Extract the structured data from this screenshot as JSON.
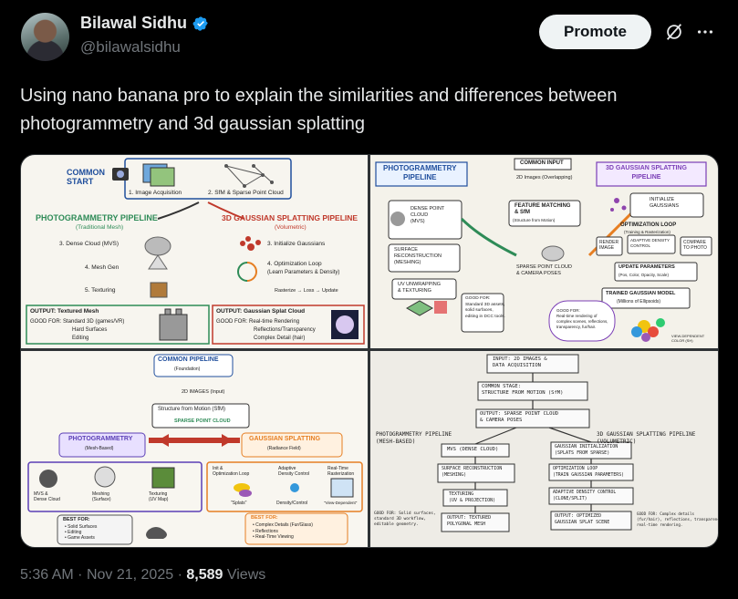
{
  "author": {
    "name": "Bilawal Sidhu",
    "handle": "@bilawalsidhu"
  },
  "actions": {
    "promote_label": "Promote"
  },
  "tweet": {
    "text": "Using nano banana pro to explain the similarities and differences between photogrammetry and 3d gaussian splatting"
  },
  "meta": {
    "time": "5:36 AM",
    "separator": "·",
    "date": "Nov 21, 2025",
    "views_count": "8,589",
    "views_label": "Views"
  },
  "colors": {
    "background": "#000000",
    "text": "#e7e9ea",
    "muted": "#71767b",
    "verified": "#1d9bf0",
    "promote_bg": "#eff3f4",
    "photogrammetry_green": "#2e8b57",
    "gaussian_red": "#c0392b",
    "common_blue": "#1f4e9c",
    "splat_purple": "#7b3fb6",
    "orange": "#e67e22"
  },
  "icons": [
    "verified-badge-icon",
    "no-analytics-icon",
    "more-icon"
  ],
  "panel1": {
    "common_start": "COMMON\nSTART",
    "step1": "1. Image Acquisition",
    "step2": "2. SfM & Sparse Point Cloud",
    "photo_title": "PHOTOGRAMMETRY PIPELINE",
    "photo_sub": "(Traditional Mesh)",
    "photo_s3": "3. Dense Cloud (MVS)",
    "photo_s4": "4. Mesh Gen",
    "photo_s5": "5. Texturing",
    "gs_title": "3D GAUSSIAN SPLATTING PIPELINE",
    "gs_sub": "(Volumetric)",
    "gs_s3": "3. Initialize Gaussians",
    "gs_s4": "4. Optimization Loop",
    "gs_s4b": "(Learn Parameters & Density)",
    "gs_loop": "Rasterize → Loss → Update",
    "photo_output": "OUTPUT: Textured Mesh",
    "photo_good": "GOOD FOR: Standard 3D (games/VR)",
    "photo_good2": "Hard Surfaces",
    "photo_good3": "Editing",
    "gs_output": "OUTPUT: Gaussian Splat Cloud",
    "gs_good": "GOOD FOR: Real-time Rendering",
    "gs_good2": "Reflections/Transparency",
    "gs_good3": "Complex Detail (hair)"
  },
  "panel2": {
    "common_input": "COMMON INPUT",
    "common_input_sub": "2D Images (Overlapping)",
    "photo_banner": "PHOTOGRAMMETRY\nPIPELINE",
    "gs_banner": "3D GAUSSIAN SPLATTING\nPIPELINE",
    "dense": "DENSE POINT\nCLOUD\n(MVS)",
    "feature": "FEATURE MATCHING\n& SfM",
    "feature_sub": "(Structure from Motion)",
    "sparse": "SPARSE POINT CLOUD\n& CAMERA POSES",
    "surface": "SURFACE\nRECONSTRUCTION\n(MESHING)",
    "uv": "UV UNWRAPPING\n& TEXTURING",
    "init": "INITIALIZE\nGAUSSIANS",
    "opt": "OPTIMIZATION LOOP",
    "opt_sub": "(Training & Rasterization)",
    "render": "RENDER\nIMAGE",
    "adaptive": "ADAPTIVE DENSITY\nCONTROL",
    "compare": "COMPARE\nTO PHOTO",
    "update": "UPDATE PARAMETERS",
    "update_sub": "(Pos, Color, Opacity, Scale)",
    "trained": "TRAINED GAUSSIAN MODEL",
    "trained_sub": "(Millions of Ellipsoids)",
    "good_photo": "GOOD FOR:\nStandard 3D assets,\nsolid surfaces,\nediting in DCC tools.",
    "good_gs": "GOOD FOR:\nReal-time rendering of\ncomplex scenes, reflections,\ntransparency, fur/hair.",
    "view_dep": "VIEW-DEPENDENT\nCOLOR (SH)"
  },
  "panel3": {
    "common": "COMMON PIPELINE",
    "common_sub": "(Foundation)",
    "images": "2D IMAGES (Input)",
    "sfm": "Structure from Motion (SfM)",
    "sparse": "SPARSE POINT CLOUD",
    "photo": "PHOTOGRAMMETRY",
    "photo_sub": "(Mesh-Based)",
    "gs": "GAUSSIAN SPLATTING",
    "gs_sub": "(Radiance Field)",
    "mvs": "MVS &\nDense Cloud",
    "meshing": "Meshing\n(Surface)",
    "texturing": "Texturing\n(UV Map)",
    "init": "Init &\nOptimization Loop",
    "splats": "\"Splats\"",
    "adaptive": "Adaptive\nDensity Control",
    "density": "Density/Control",
    "realtime": "Real-Time\nRasterization",
    "viewdep": "\"View-Dependent\"",
    "best_photo": "BEST FOR:",
    "best_photo_list": "• Solid Surfaces\n• Editing\n• Game Assets",
    "best_gs": "BEST FOR:",
    "best_gs_list": "• Complex Details (Fur/Glass)\n• Reflections\n• Real-Time Viewing"
  },
  "panel4": {
    "input": "INPUT: 2D IMAGES &\nDATA ACQUISITION",
    "common_stage": "COMMON STAGE:\nSTRUCTURE FROM MOTION (SfM)",
    "output_common": "OUTPUT: SPARSE POINT CLOUD\n& CAMERA POSES",
    "photo_title": "PHOTOGRAMMETRY PIPELINE\n(MESH-BASED)",
    "gs_title": "3D GAUSSIAN SPLATTING PIPELINE\n(VOLUMETRIC)",
    "mvs": "MVS (DENSE CLOUD)",
    "surface": "SURFACE RECONSTRUCTION\n(MESHING)",
    "texturing": "TEXTURING\n(UV & PROJECTION)",
    "photo_output": "OUTPUT: TEXTURED\nPOLYGONAL MESH",
    "gi": "GAUSSIAN INITIALIZATION\n(SPLATS FROM SPARSE)",
    "opt": "OPTIMIZATION LOOP\n(TRAIN GAUSSIAN PARAMETERS)",
    "adc": "ADAPTIVE DENSITY CONTROL\n(CLONE/SPLIT)",
    "gs_output": "OUTPUT: OPTIMIZED\nGAUSSIAN SPLAT SCENE",
    "photo_good": "GOOD FOR: Solid surfaces,\nstandard 3D workflow,\neditable geometry.",
    "gs_good": "GOOD FOR: Complex details\n(fur/hair), reflections, transparency,\nreal-time rendering."
  }
}
